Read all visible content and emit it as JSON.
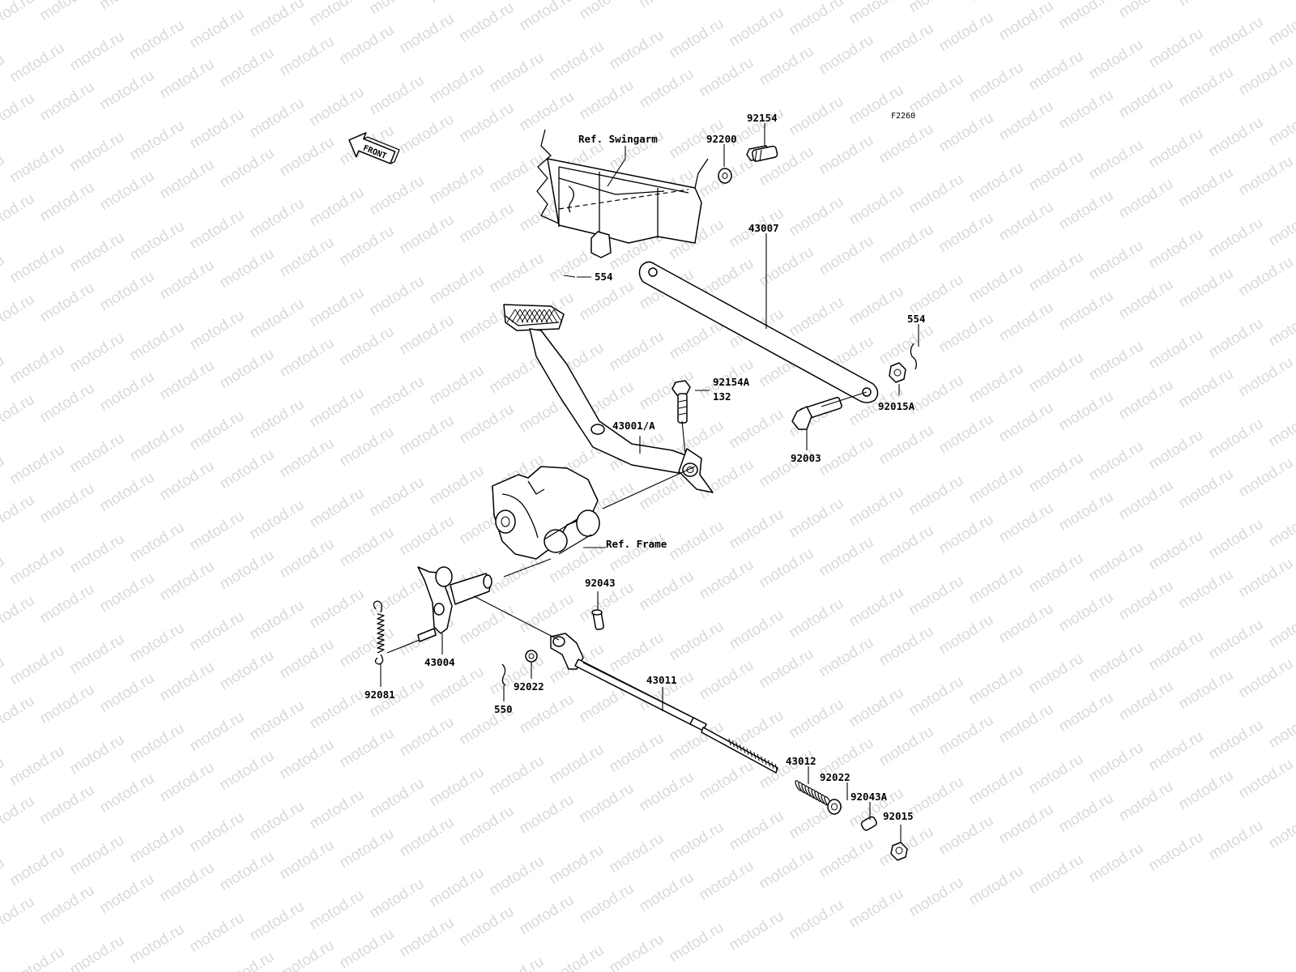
{
  "diagram": {
    "code": "F2260",
    "front_label": "FRONT",
    "watermark_text": "motod.ru",
    "ref_labels": [
      {
        "id": "ref-swingarm",
        "text": "Ref. Swingarm"
      },
      {
        "id": "ref-frame",
        "text": "Ref. Frame"
      }
    ],
    "part_labels": [
      {
        "id": "p92154",
        "text": "92154"
      },
      {
        "id": "p92200",
        "text": "92200"
      },
      {
        "id": "p554-top",
        "text": "554"
      },
      {
        "id": "p43007",
        "text": "43007"
      },
      {
        "id": "p554-right",
        "text": "554"
      },
      {
        "id": "p92154a",
        "text": "92154A"
      },
      {
        "id": "p132",
        "text": "132"
      },
      {
        "id": "p92015a",
        "text": "92015A"
      },
      {
        "id": "p43001a",
        "text": "43001/A"
      },
      {
        "id": "p92003",
        "text": "92003"
      },
      {
        "id": "p92043",
        "text": "92043"
      },
      {
        "id": "p43004",
        "text": "43004"
      },
      {
        "id": "p92081",
        "text": "92081"
      },
      {
        "id": "p92022-left",
        "text": "92022"
      },
      {
        "id": "p550",
        "text": "550"
      },
      {
        "id": "p43011",
        "text": "43011"
      },
      {
        "id": "p43012",
        "text": "43012"
      },
      {
        "id": "p92022-right",
        "text": "92022"
      },
      {
        "id": "p92043a",
        "text": "92043A"
      },
      {
        "id": "p92015",
        "text": "92015"
      }
    ]
  }
}
